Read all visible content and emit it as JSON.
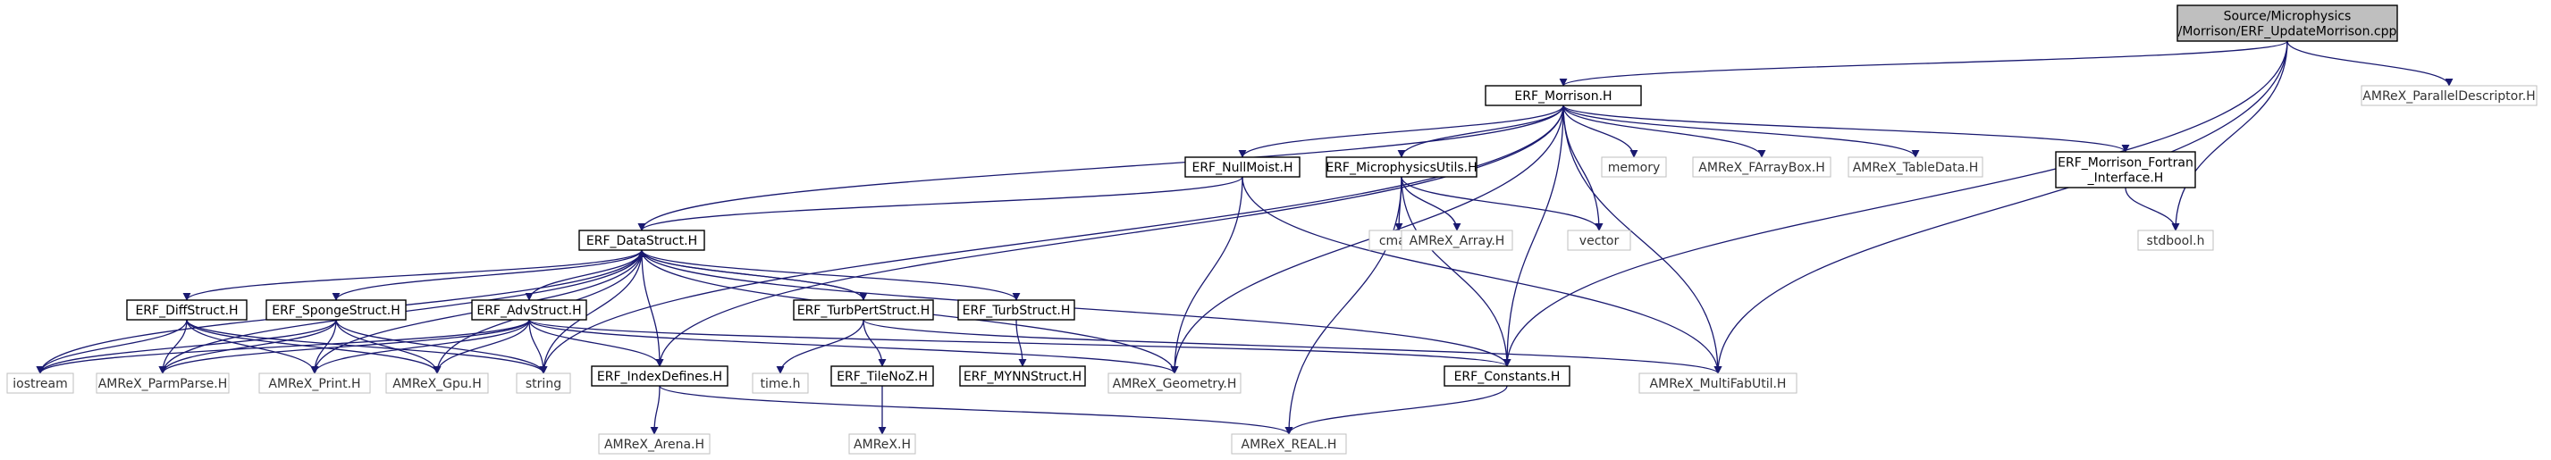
{
  "graph": {
    "colors": {
      "edge": "#191970",
      "root_fill": "#bfbfbf",
      "node_fill": "#ffffff",
      "node_border": "#000000",
      "leaf_border": "#bfbfbf",
      "node_text": "#000000",
      "leaf_text": "#333333"
    },
    "nodes": [
      {
        "id": "root",
        "label": [
          "Source/Microphysics",
          "/Morrison/ERF_UpdateMorrison.cpp"
        ],
        "style": "root"
      },
      {
        "id": "morrison",
        "label": [
          "ERF_Morrison.H"
        ],
        "style": "node"
      },
      {
        "id": "pardesc",
        "label": [
          "AMReX_ParallelDescriptor.H"
        ],
        "style": "leaf"
      },
      {
        "id": "nullmoist",
        "label": [
          "ERF_NullMoist.H"
        ],
        "style": "node"
      },
      {
        "id": "microutils",
        "label": [
          "ERF_MicrophysicsUtils.H"
        ],
        "style": "node"
      },
      {
        "id": "memory",
        "label": [
          "memory"
        ],
        "style": "leaf"
      },
      {
        "id": "farraybox",
        "label": [
          "AMReX_FArrayBox.H"
        ],
        "style": "leaf"
      },
      {
        "id": "tabledata",
        "label": [
          "AMReX_TableData.H"
        ],
        "style": "leaf"
      },
      {
        "id": "fortran",
        "label": [
          "ERF_Morrison_Fortran",
          "_Interface.H"
        ],
        "style": "node"
      },
      {
        "id": "datastruct",
        "label": [
          "ERF_DataStruct.H"
        ],
        "style": "node"
      },
      {
        "id": "cmath",
        "label": [
          "cmath"
        ],
        "style": "leaf"
      },
      {
        "id": "array",
        "label": [
          "AMReX_Array.H"
        ],
        "style": "leaf"
      },
      {
        "id": "vector",
        "label": [
          "vector"
        ],
        "style": "leaf"
      },
      {
        "id": "stdbool",
        "label": [
          "stdbool.h"
        ],
        "style": "leaf"
      },
      {
        "id": "diffstruct",
        "label": [
          "ERF_DiffStruct.H"
        ],
        "style": "node"
      },
      {
        "id": "spongestruct",
        "label": [
          "ERF_SpongeStruct.H"
        ],
        "style": "node"
      },
      {
        "id": "advstruct",
        "label": [
          "ERF_AdvStruct.H"
        ],
        "style": "node"
      },
      {
        "id": "turbpert",
        "label": [
          "ERF_TurbPertStruct.H"
        ],
        "style": "node"
      },
      {
        "id": "turbstruct",
        "label": [
          "ERF_TurbStruct.H"
        ],
        "style": "node"
      },
      {
        "id": "iostream",
        "label": [
          "iostream"
        ],
        "style": "leaf"
      },
      {
        "id": "parmparse",
        "label": [
          "AMReX_ParmParse.H"
        ],
        "style": "leaf"
      },
      {
        "id": "print",
        "label": [
          "AMReX_Print.H"
        ],
        "style": "leaf"
      },
      {
        "id": "gpu",
        "label": [
          "AMReX_Gpu.H"
        ],
        "style": "leaf"
      },
      {
        "id": "string",
        "label": [
          "string"
        ],
        "style": "leaf"
      },
      {
        "id": "indexdefines",
        "label": [
          "ERF_IndexDefines.H"
        ],
        "style": "node"
      },
      {
        "id": "timeh",
        "label": [
          "time.h"
        ],
        "style": "leaf"
      },
      {
        "id": "tilenoz",
        "label": [
          "ERF_TileNoZ.H"
        ],
        "style": "node"
      },
      {
        "id": "mynn",
        "label": [
          "ERF_MYNNStruct.H"
        ],
        "style": "node"
      },
      {
        "id": "geometry",
        "label": [
          "AMReX_Geometry.H"
        ],
        "style": "leaf"
      },
      {
        "id": "constants",
        "label": [
          "ERF_Constants.H"
        ],
        "style": "node"
      },
      {
        "id": "multifabutil",
        "label": [
          "AMReX_MultiFabUtil.H"
        ],
        "style": "leaf"
      },
      {
        "id": "arena",
        "label": [
          "AMReX_Arena.H"
        ],
        "style": "leaf"
      },
      {
        "id": "amrexh",
        "label": [
          "AMReX.H"
        ],
        "style": "leaf"
      },
      {
        "id": "real",
        "label": [
          "AMReX_REAL.H"
        ],
        "style": "leaf"
      }
    ],
    "edges": [
      [
        "root",
        "morrison"
      ],
      [
        "root",
        "pardesc"
      ],
      [
        "root",
        "stdbool"
      ],
      [
        "root",
        "constants"
      ],
      [
        "root",
        "multifabutil"
      ],
      [
        "morrison",
        "datastruct"
      ],
      [
        "morrison",
        "nullmoist"
      ],
      [
        "morrison",
        "microutils"
      ],
      [
        "morrison",
        "memory"
      ],
      [
        "morrison",
        "farraybox"
      ],
      [
        "morrison",
        "tabledata"
      ],
      [
        "morrison",
        "fortran"
      ],
      [
        "morrison",
        "vector"
      ],
      [
        "morrison",
        "string"
      ],
      [
        "morrison",
        "indexdefines"
      ],
      [
        "morrison",
        "geometry"
      ],
      [
        "morrison",
        "constants"
      ],
      [
        "morrison",
        "multifabutil"
      ],
      [
        "nullmoist",
        "datastruct"
      ],
      [
        "nullmoist",
        "geometry"
      ],
      [
        "nullmoist",
        "multifabutil"
      ],
      [
        "microutils",
        "cmath"
      ],
      [
        "microutils",
        "array"
      ],
      [
        "microutils",
        "vector"
      ],
      [
        "microutils",
        "constants"
      ],
      [
        "microutils",
        "real"
      ],
      [
        "fortran",
        "stdbool"
      ],
      [
        "datastruct",
        "diffstruct"
      ],
      [
        "datastruct",
        "spongestruct"
      ],
      [
        "datastruct",
        "advstruct"
      ],
      [
        "datastruct",
        "turbpert"
      ],
      [
        "datastruct",
        "turbstruct"
      ],
      [
        "datastruct",
        "iostream"
      ],
      [
        "datastruct",
        "parmparse"
      ],
      [
        "datastruct",
        "print"
      ],
      [
        "datastruct",
        "gpu"
      ],
      [
        "datastruct",
        "string"
      ],
      [
        "datastruct",
        "indexdefines"
      ],
      [
        "datastruct",
        "geometry"
      ],
      [
        "datastruct",
        "constants"
      ],
      [
        "turbpert",
        "datastruct"
      ],
      [
        "diffstruct",
        "iostream"
      ],
      [
        "diffstruct",
        "parmparse"
      ],
      [
        "diffstruct",
        "print"
      ],
      [
        "diffstruct",
        "gpu"
      ],
      [
        "diffstruct",
        "string"
      ],
      [
        "spongestruct",
        "iostream"
      ],
      [
        "spongestruct",
        "parmparse"
      ],
      [
        "spongestruct",
        "print"
      ],
      [
        "spongestruct",
        "gpu"
      ],
      [
        "spongestruct",
        "string"
      ],
      [
        "advstruct",
        "iostream"
      ],
      [
        "advstruct",
        "parmparse"
      ],
      [
        "advstruct",
        "print"
      ],
      [
        "advstruct",
        "gpu"
      ],
      [
        "advstruct",
        "string"
      ],
      [
        "advstruct",
        "indexdefines"
      ],
      [
        "advstruct",
        "geometry"
      ],
      [
        "advstruct",
        "constants"
      ],
      [
        "turbpert",
        "timeh"
      ],
      [
        "turbpert",
        "tilenoz"
      ],
      [
        "turbpert",
        "multifabutil"
      ],
      [
        "turbstruct",
        "mynn"
      ],
      [
        "tilenoz",
        "amrexh"
      ],
      [
        "indexdefines",
        "arena"
      ],
      [
        "indexdefines",
        "real"
      ],
      [
        "constants",
        "real"
      ]
    ]
  }
}
